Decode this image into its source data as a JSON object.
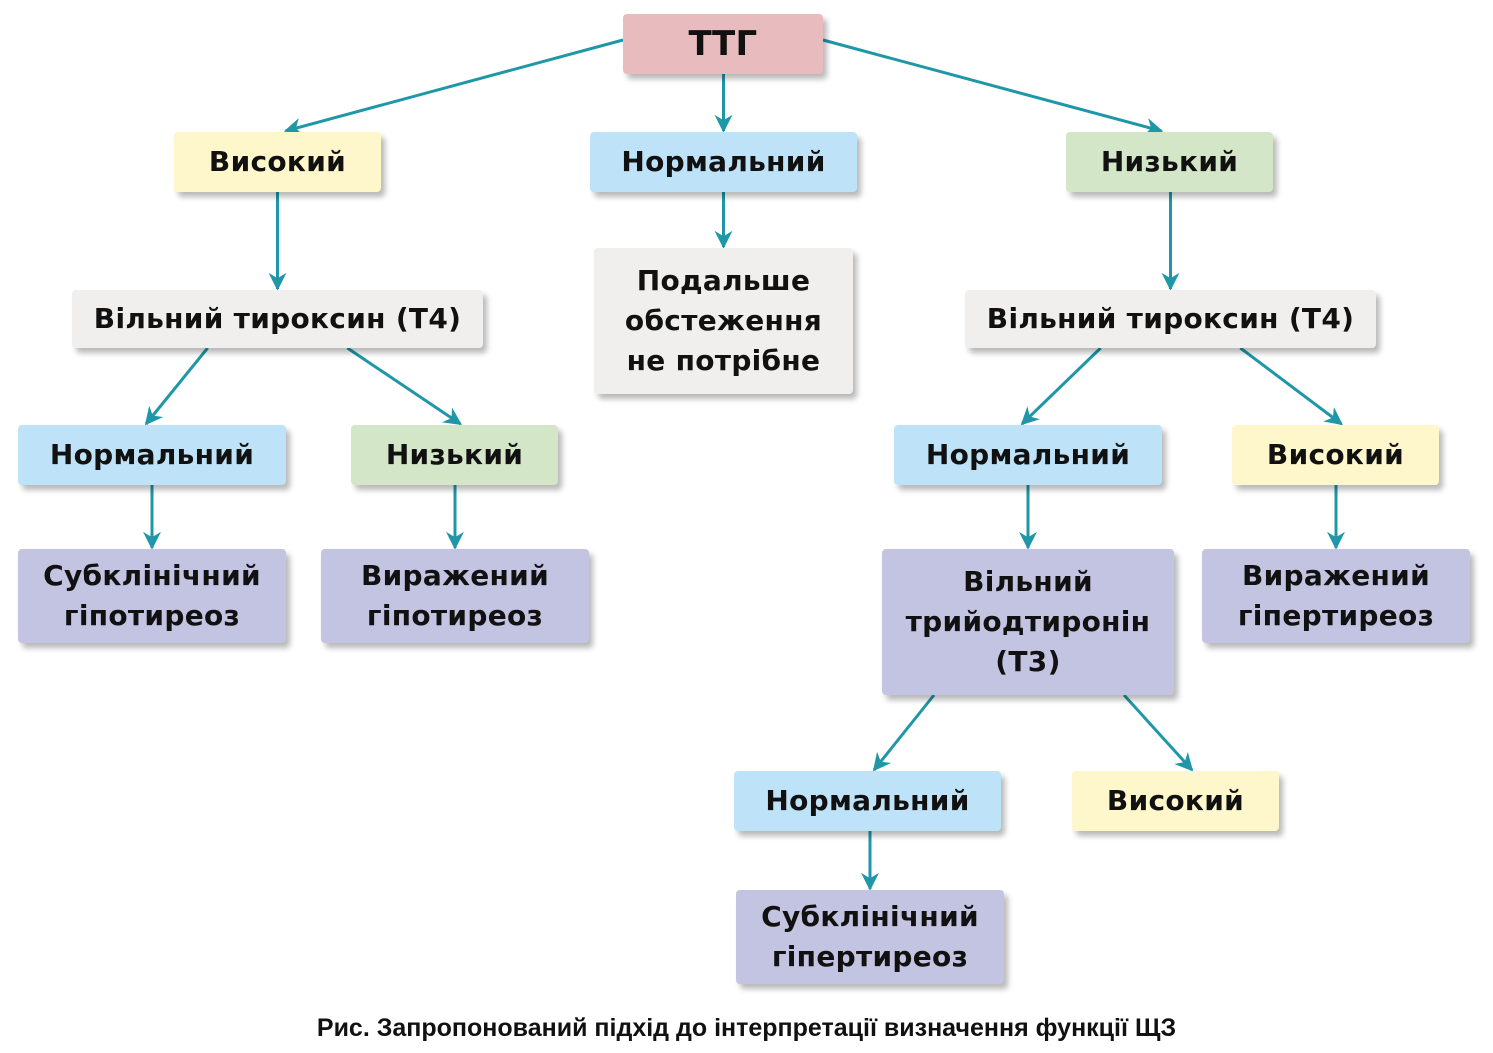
{
  "colors": {
    "arrow": "#1f97a8",
    "root": "#e8bcbe",
    "high": "#fdf7cb",
    "normal": "#bee3f8",
    "low": "#d4e6c8",
    "test": "#f0efed",
    "diagnosis": "#c3c3e2"
  },
  "nodes": {
    "ttg": "ТТГ",
    "tsh_high": "Високий",
    "tsh_normal": "Нормальний",
    "tsh_low": "Низький",
    "no_further": "Подальше\nобстеження\nне потрібне",
    "t4_left": "Вільний тироксин (Т4)",
    "t4_right": "Вільний тироксин (Т4)",
    "left_t4_normal": "Нормальний",
    "left_t4_low": "Низький",
    "subclinical_hypo": "Субклінічний\nгіпотиреоз",
    "overt_hypo": "Виражений\nгіпотиреоз",
    "right_t4_normal": "Нормальний",
    "right_t4_high": "Високий",
    "t3": "Вільний\nтрийодтиронін\n(Т3)",
    "overt_hyper": "Виражений\nгіпертиреоз",
    "t3_normal": "Нормальний",
    "t3_high": "Високий",
    "subclinical_hyper": "Субклінічний\nгіпертиреоз"
  },
  "edges": [
    [
      "ttg",
      "tsh_high"
    ],
    [
      "ttg",
      "tsh_normal"
    ],
    [
      "ttg",
      "tsh_low"
    ],
    [
      "tsh_high",
      "t4_left"
    ],
    [
      "tsh_normal",
      "no_further"
    ],
    [
      "tsh_low",
      "t4_right"
    ],
    [
      "t4_left",
      "left_t4_normal"
    ],
    [
      "t4_left",
      "left_t4_low"
    ],
    [
      "left_t4_normal",
      "subclinical_hypo"
    ],
    [
      "left_t4_low",
      "overt_hypo"
    ],
    [
      "t4_right",
      "right_t4_normal"
    ],
    [
      "t4_right",
      "right_t4_high"
    ],
    [
      "right_t4_normal",
      "t3"
    ],
    [
      "right_t4_high",
      "overt_hyper"
    ],
    [
      "t3",
      "t3_normal"
    ],
    [
      "t3",
      "t3_high"
    ],
    [
      "t3_normal",
      "subclinical_hyper"
    ]
  ],
  "caption": "Рис. Запропонований підхід до інтерпретації визначення функції ЩЗ"
}
